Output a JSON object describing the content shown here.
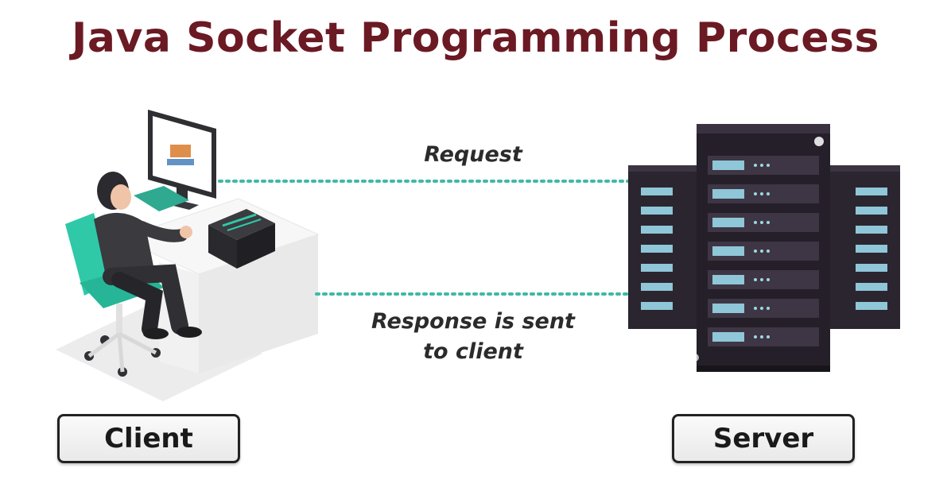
{
  "title": "Java Socket Programming Process",
  "edges": {
    "request": "Request",
    "response_line1": "Response is sent",
    "response_line2": "to client"
  },
  "nodes": {
    "client": "Client",
    "server": "Server"
  },
  "colors": {
    "title": "#6b1a24",
    "dotted_line": "#3fb9a5",
    "chair": "#2fc9a8",
    "rack_dark": "#2b2530",
    "rack_slot": "#8fc6d8"
  }
}
